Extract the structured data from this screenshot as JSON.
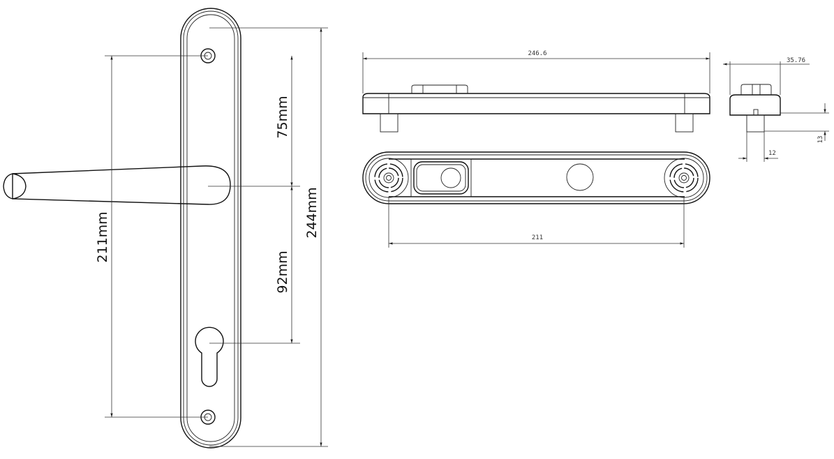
{
  "drawing": {
    "front_view": {
      "dim_centers": "211mm",
      "dim_upper": "75mm",
      "dim_lower": "92mm",
      "dim_overall": "244mm"
    },
    "side_top_view": {
      "dim_length": "246.6"
    },
    "bottom_view": {
      "dim_centers": "211"
    },
    "end_view": {
      "dim_width": "35.76",
      "dim_stem_height": "13",
      "dim_stem_width": "12"
    }
  }
}
